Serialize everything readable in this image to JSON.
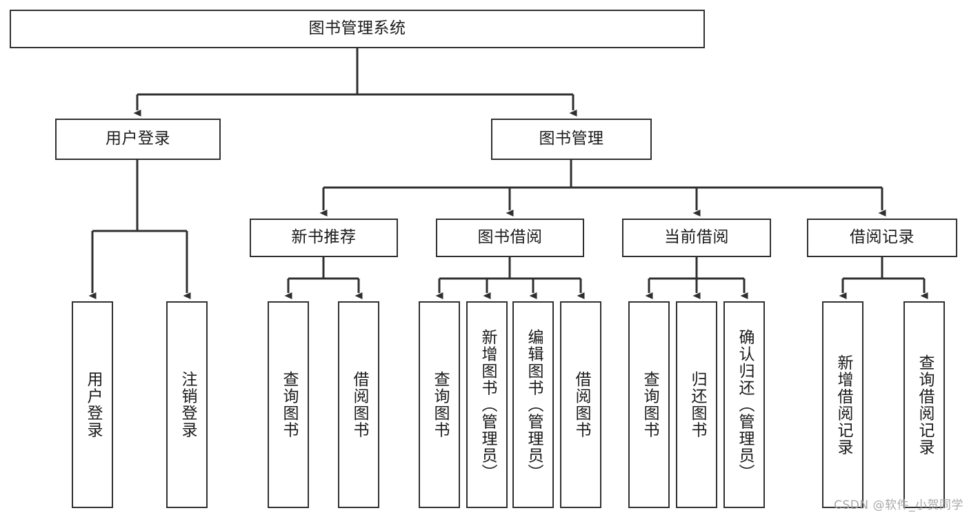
{
  "diagram": {
    "title": "图书管理系统",
    "watermark": "CSDN @软件_小贺同学",
    "stroke_color": "#2f2f2f",
    "box_fill": "#ffffff",
    "text_color": "#1a1a1a",
    "watermark_color": "#a8a8a8",
    "root": {
      "label": "图书管理系统"
    },
    "level2": [
      {
        "label": "用户登录"
      },
      {
        "label": "图书管理"
      }
    ],
    "level3": [
      {
        "label": "新书推荐"
      },
      {
        "label": "图书借阅"
      },
      {
        "label": "当前借阅"
      },
      {
        "label": "借阅记录"
      }
    ],
    "leaves": {
      "user_login": [
        {
          "label": "用户登录"
        },
        {
          "label": "注销登录"
        }
      ],
      "new_book_recommend": [
        {
          "label": "查询图书"
        },
        {
          "label": "借阅图书"
        }
      ],
      "book_borrow": [
        {
          "label": "查询图书"
        },
        {
          "label": "新增图书（管理员）"
        },
        {
          "label": "编辑图书（管理员）"
        },
        {
          "label": "借阅图书"
        }
      ],
      "current_borrow": [
        {
          "label": "查询图书"
        },
        {
          "label": "归还图书"
        },
        {
          "label": "确认归还（管理员）"
        }
      ],
      "borrow_record": [
        {
          "label": "新增借阅记录"
        },
        {
          "label": "查询借阅记录"
        }
      ]
    }
  }
}
